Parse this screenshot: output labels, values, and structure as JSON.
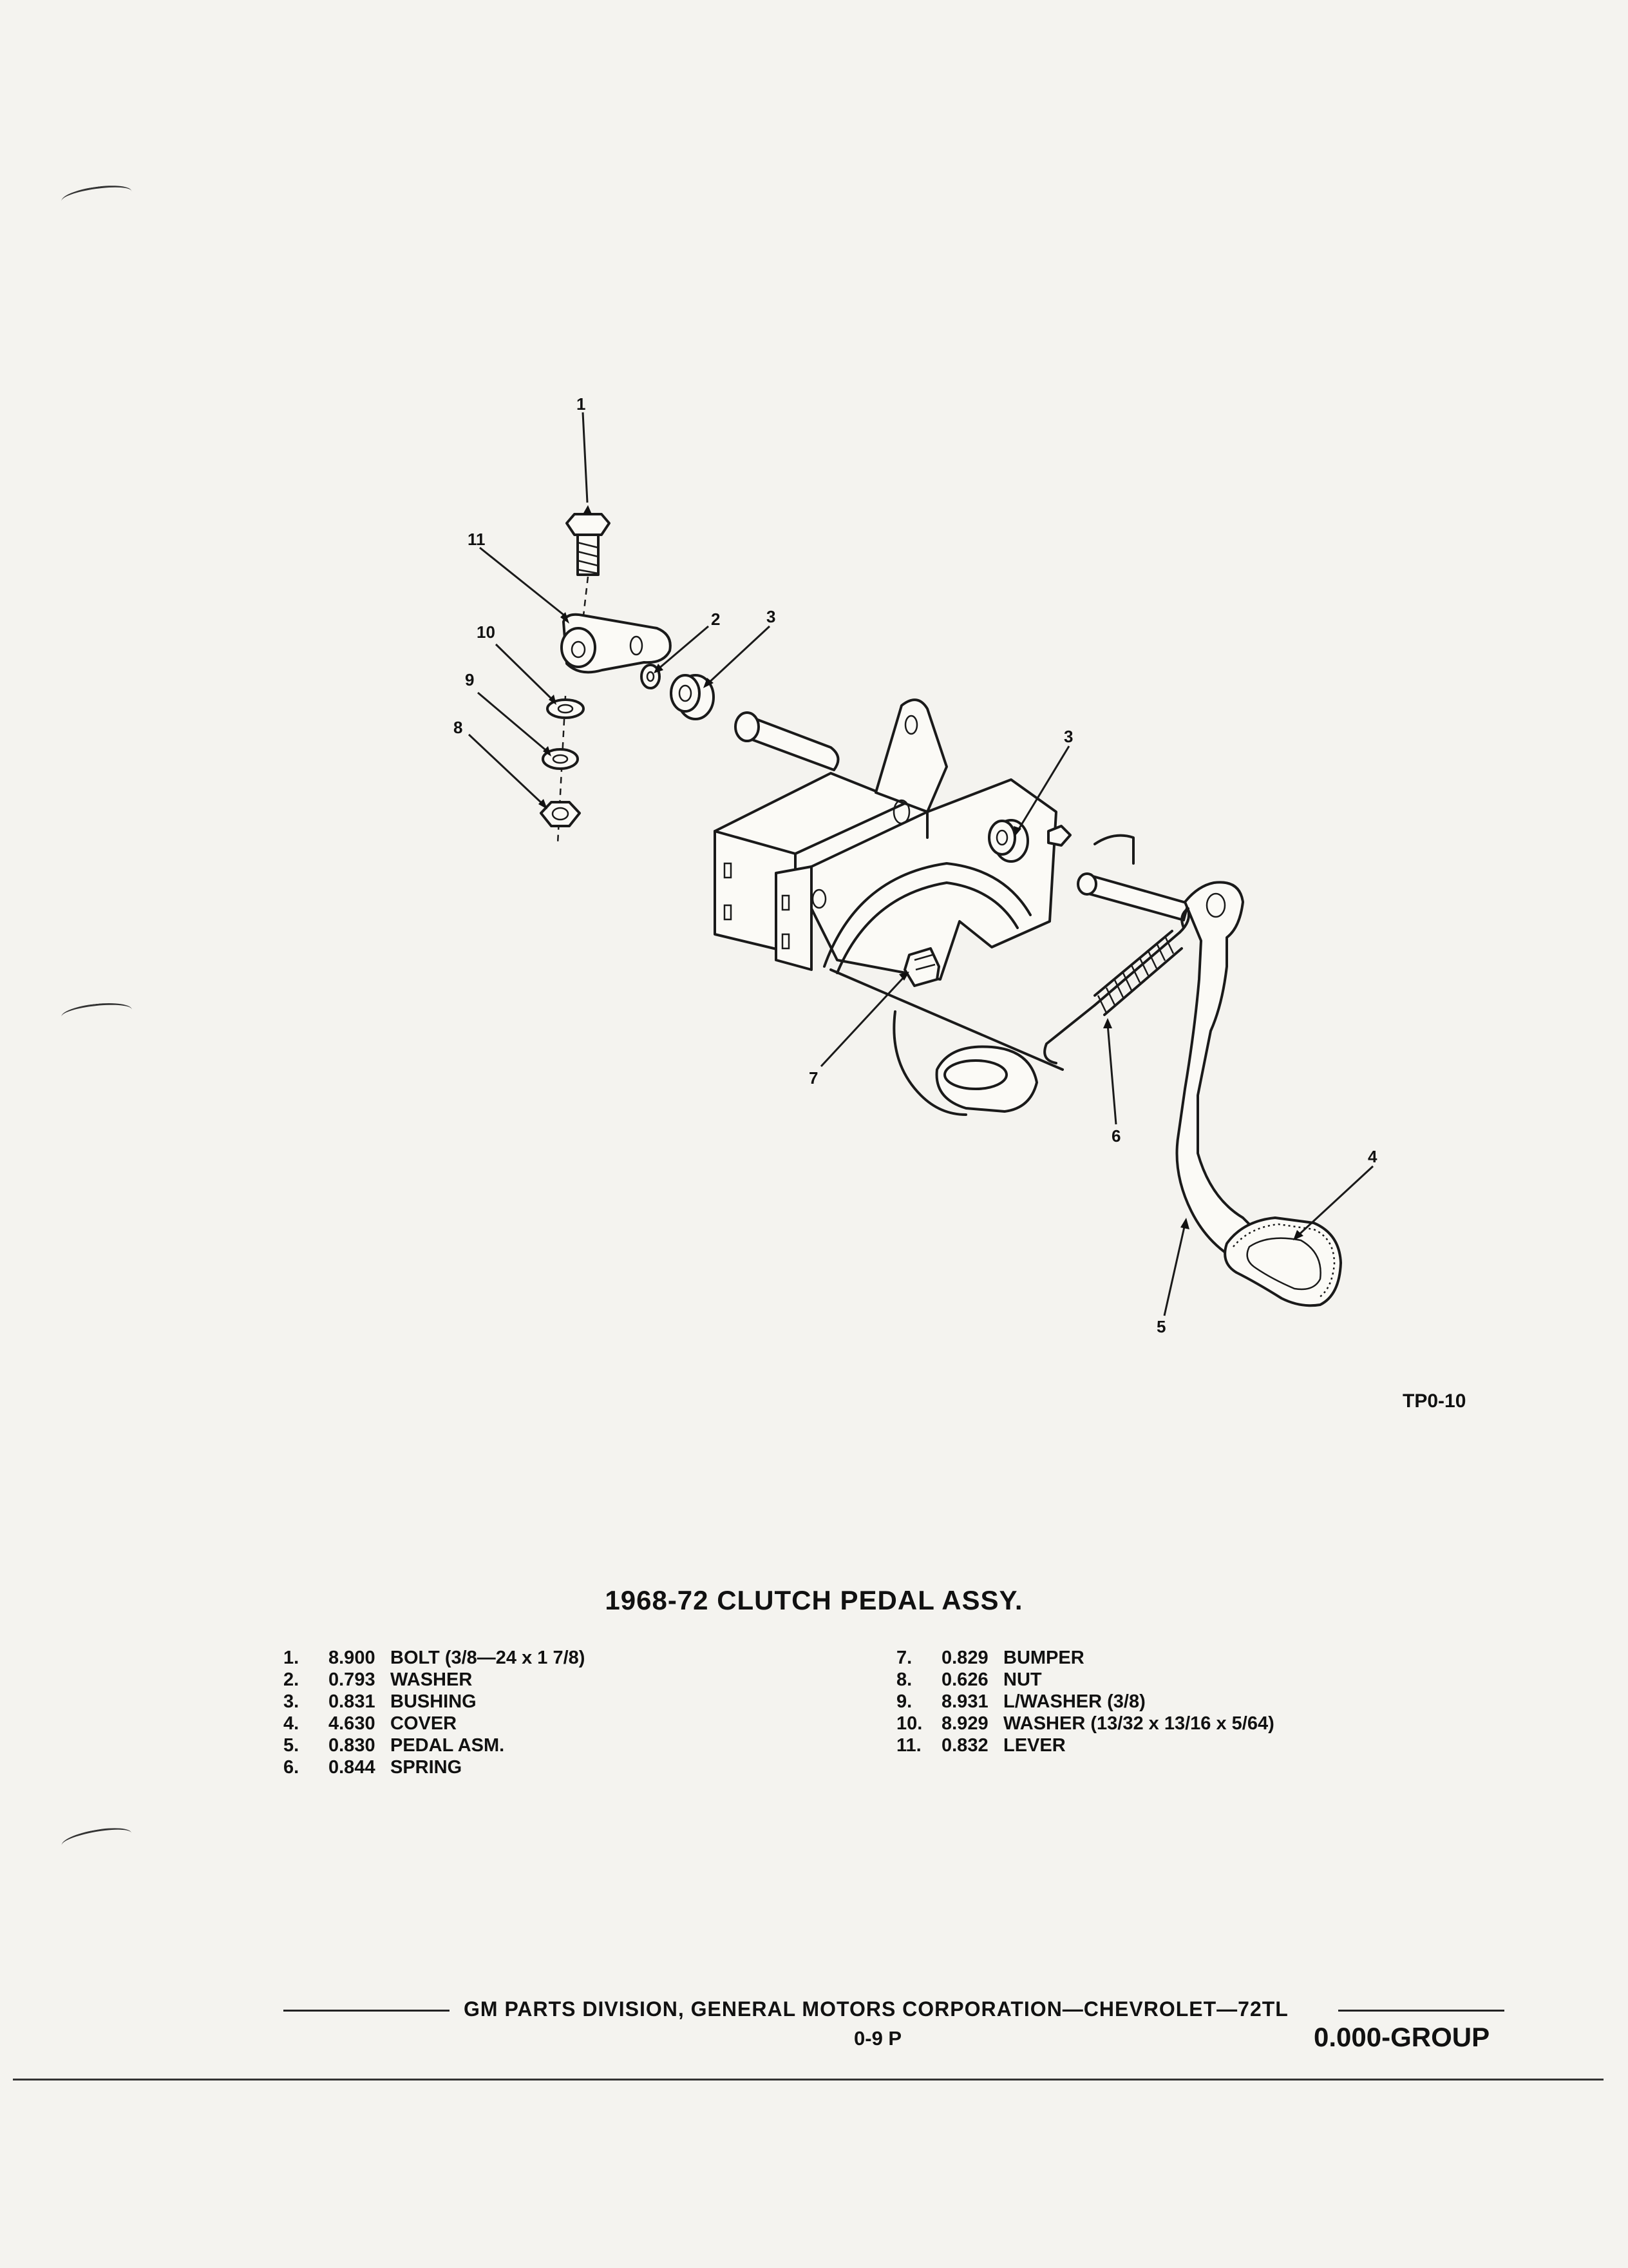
{
  "figure": {
    "code": "TP0-10",
    "callouts": [
      "1",
      "2",
      "3",
      "3",
      "4",
      "5",
      "6",
      "7",
      "8",
      "9",
      "10",
      "11"
    ]
  },
  "title": "1968-72 CLUTCH PEDAL ASSY.",
  "parts_left": [
    {
      "num": "1.",
      "code": "8.900",
      "desc": "BOLT (3/8—24 x 1 7/8)"
    },
    {
      "num": "2.",
      "code": "0.793",
      "desc": "WASHER"
    },
    {
      "num": "3.",
      "code": "0.831",
      "desc": "BUSHING"
    },
    {
      "num": "4.",
      "code": "4.630",
      "desc": "COVER"
    },
    {
      "num": "5.",
      "code": "0.830",
      "desc": "PEDAL ASM."
    },
    {
      "num": "6.",
      "code": "0.844",
      "desc": "SPRING"
    }
  ],
  "parts_right": [
    {
      "num": "7.",
      "code": "0.829",
      "desc": "BUMPER"
    },
    {
      "num": "8.",
      "code": "0.626",
      "desc": "NUT"
    },
    {
      "num": "9.",
      "code": "8.931",
      "desc": "L/WASHER (3/8)"
    },
    {
      "num": "10.",
      "code": "8.929",
      "desc": "WASHER (13/32 x 13/16 x 5/64)"
    },
    {
      "num": "11.",
      "code": "0.832",
      "desc": "LEVER"
    }
  ],
  "footer": {
    "publisher": "GM PARTS DIVISION, GENERAL MOTORS CORPORATION—CHEVROLET—72TL",
    "page": "0-9  P",
    "group": "0.000-GROUP"
  }
}
